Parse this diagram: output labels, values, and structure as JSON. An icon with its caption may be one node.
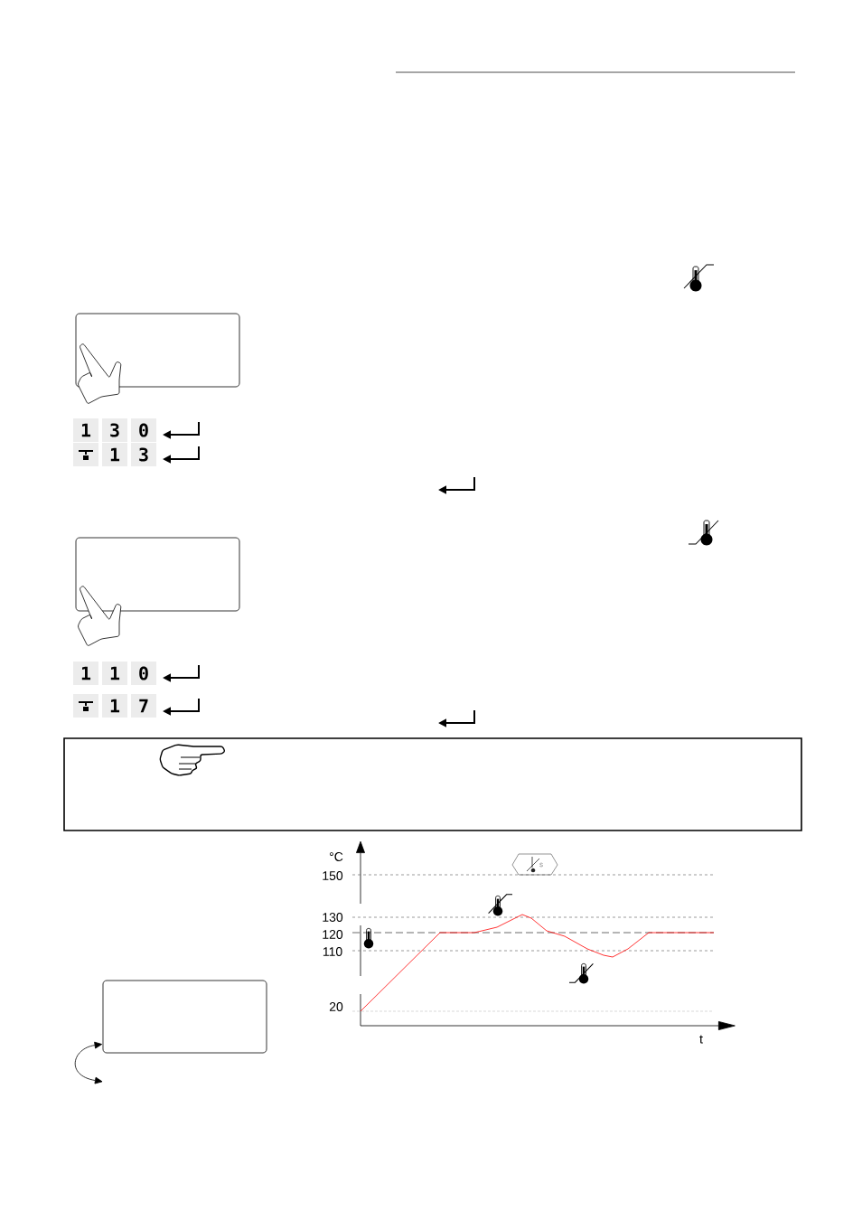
{
  "diagram": {
    "nodes": [
      {
        "text": [],
        "shape": "box"
      },
      {
        "text": [],
        "shape": "box"
      },
      {
        "text": [],
        "shape": "box"
      }
    ],
    "edges": [
      {
        "from": null,
        "to": 2,
        "arrow": "both"
      }
    ],
    "labels": [
      "1",
      "3",
      "0",
      "1",
      "3",
      "1",
      "1",
      "0",
      "1",
      "7",
      "°C",
      "s",
      "150",
      "130",
      "120",
      "110",
      "20",
      "t"
    ]
  }
}
